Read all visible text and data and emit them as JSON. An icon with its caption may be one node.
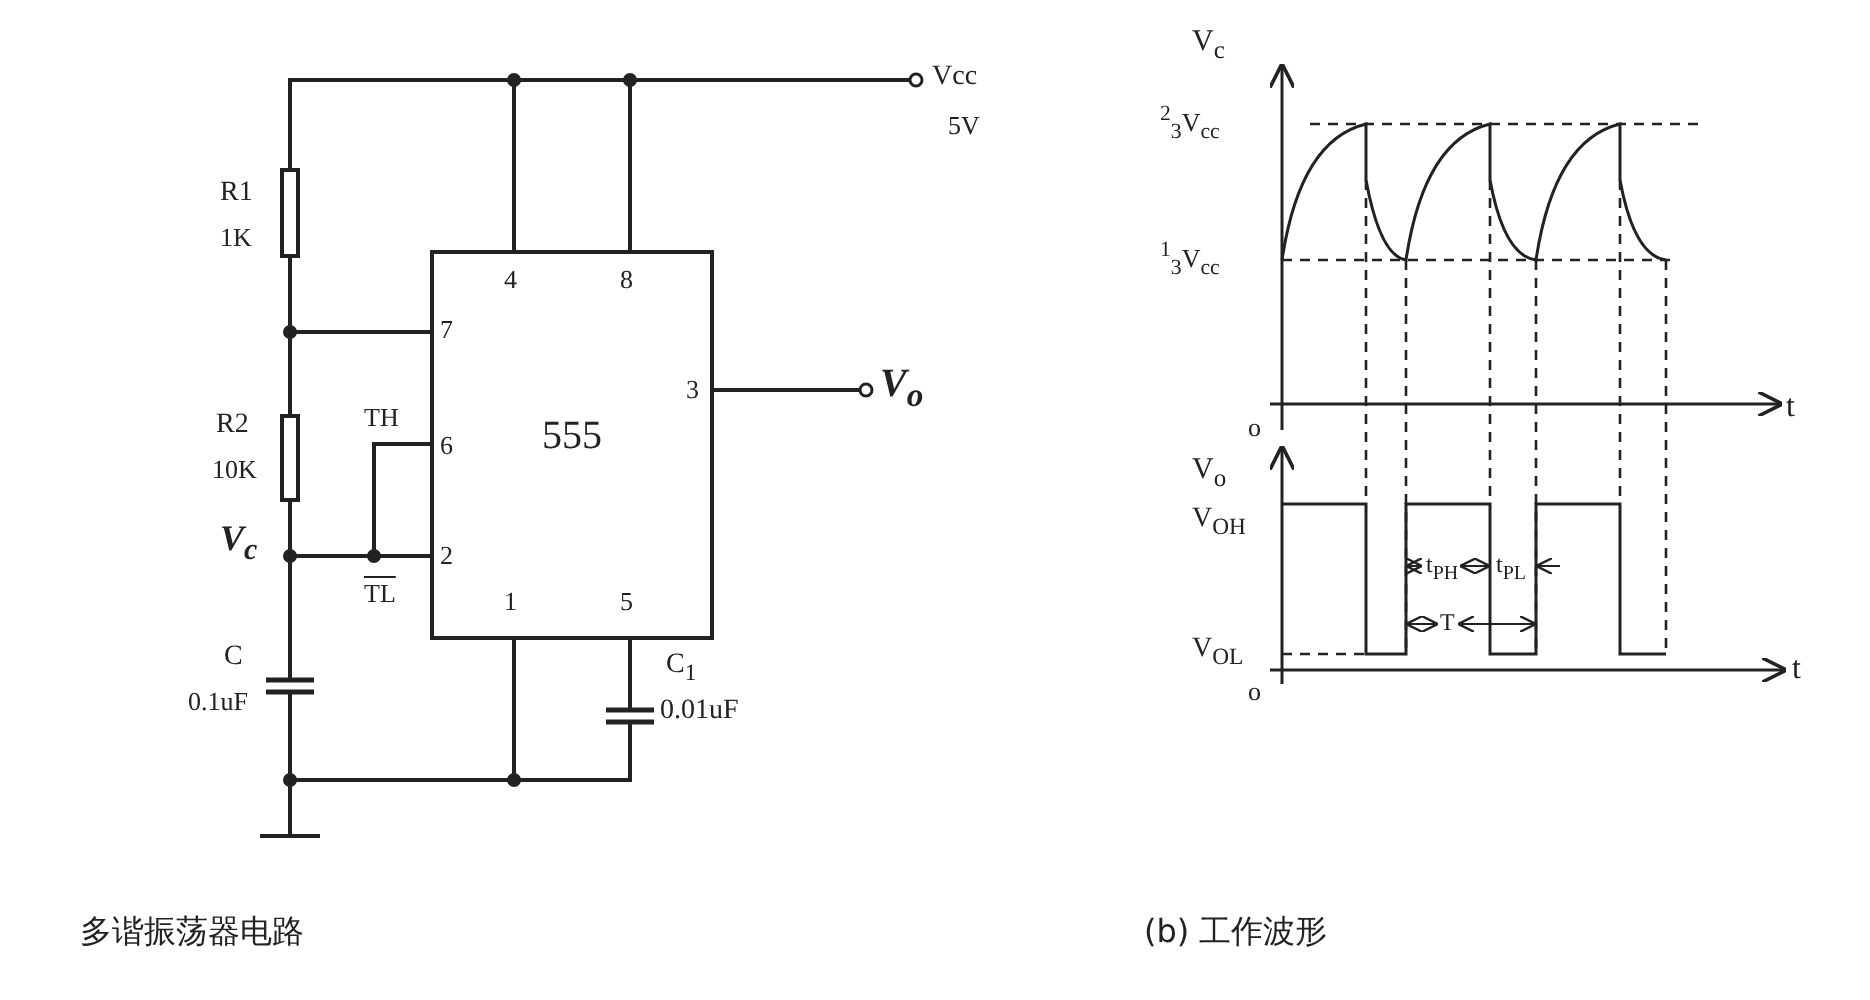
{
  "diagram": {
    "nodes": [
      {
        "text": [
          "555"
        ]
      }
    ],
    "edges": [],
    "labels": [
      "Vcc",
      "5V",
      "R1",
      "1K",
      "4",
      "8",
      "7",
      "3",
      "V$_{o}$",
      "TH",
      "6",
      "R2",
      "10K",
      "V$_{c}$",
      "2",
      "TL",
      "1",
      "5",
      "C",
      "0.1uF",
      "C$_{1}$",
      "0.01uF",
      "多谐振荡器电路",
      "V$_{c}$",
      "$^{2}$$_{3}$V$_{cc}$",
      "$^{1}$$_{3}$V$_{cc}$",
      "o",
      "t",
      "V$_{o}$",
      "V$_{OH}$",
      "t$_{PH}$",
      "t$_{PL}$",
      "T",
      "V$_{OL}$",
      "o",
      "t",
      "(b) 工作波形"
    ]
  }
}
